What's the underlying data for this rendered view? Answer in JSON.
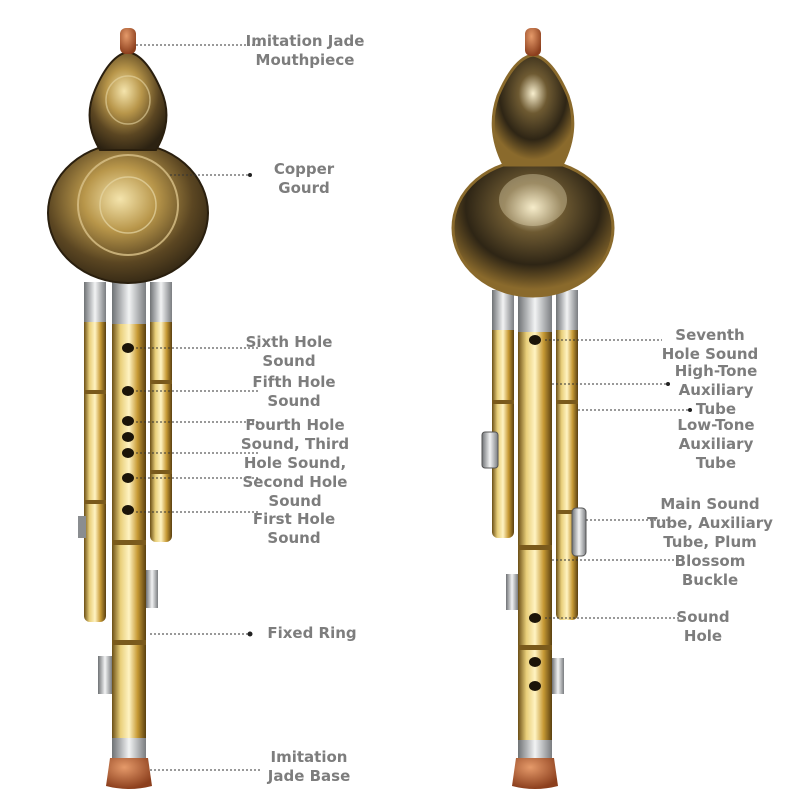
{
  "labels": {
    "mouthpiece": "Imitation Jade\nMouthpiece",
    "gourd": "Copper\nGourd",
    "sixth_hole": "Sixth Hole\nSound",
    "fifth_hole": "Fifth Hole\nSound",
    "fourth_to_second_hole": "Fourth Hole\nSound, Third\nHole Sound,\nSecond Hole\nSound",
    "first_hole": "First Hole\nSound",
    "fixed_ring": "Fixed Ring",
    "base": "Imitation\nJade Base",
    "seventh_hole": "Seventh\nHole Sound",
    "high_tone_tube": "High-Tone\nAuxiliary\nTube",
    "low_tone_tube": "Low-Tone\nAuxiliary\nTube",
    "main_tube_buckle": "Main Sound\nTube, Auxiliary\nTube, Plum\nBlossom\nBuckle",
    "sound_hole": "Sound\nHole"
  },
  "colors": {
    "background": "#ffffff",
    "label_text": "#7d7d7d",
    "leader_line": "#333333",
    "brass": "#c8a23c",
    "dark_bronze": "#4a3a1e",
    "jade_orange": "#b5653a",
    "silver": "#b9bcbf"
  },
  "illustration": {
    "instrument": "hulusi",
    "views": [
      "front",
      "back"
    ]
  }
}
